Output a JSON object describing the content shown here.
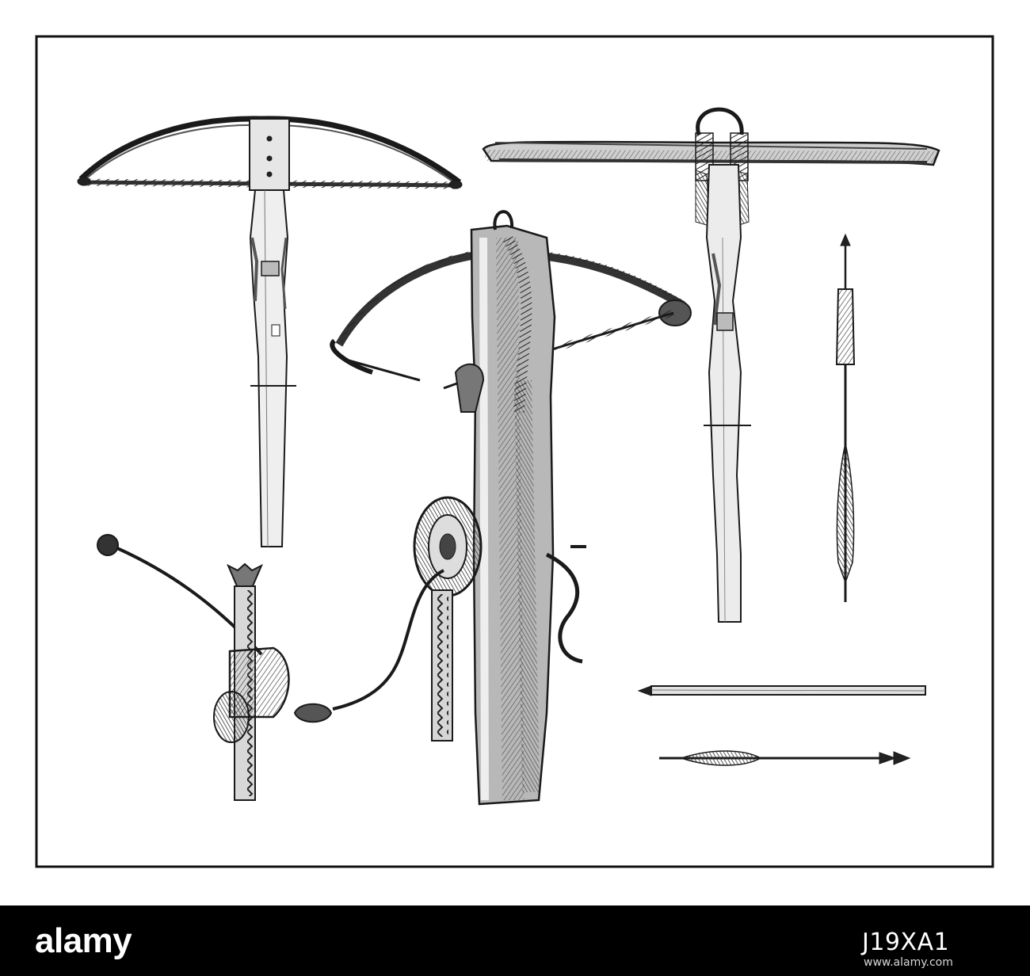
{
  "colors": {
    "ink": "#1a1a1a",
    "paper": "#ffffff",
    "wood": "#8a8a8a",
    "banner": "#000000"
  },
  "engraving": {
    "subject": "crossbows-and-bolts",
    "items": [
      {
        "name": "crossbow-left",
        "icon": "crossbow-icon"
      },
      {
        "name": "crossbow-center-with-cranequin",
        "icon": "crossbow-icon"
      },
      {
        "name": "crossbow-right",
        "icon": "crossbow-icon"
      },
      {
        "name": "cranequin-winder",
        "icon": "crank-icon"
      },
      {
        "name": "bolt-vertical",
        "icon": "arrow-icon"
      },
      {
        "name": "bolt-plain",
        "icon": "arrow-icon"
      },
      {
        "name": "bolt-fletched",
        "icon": "arrow-icon"
      }
    ]
  },
  "watermark": {
    "logo": "alamy",
    "image_id": "J19XA1",
    "url": "www.alamy.com"
  }
}
